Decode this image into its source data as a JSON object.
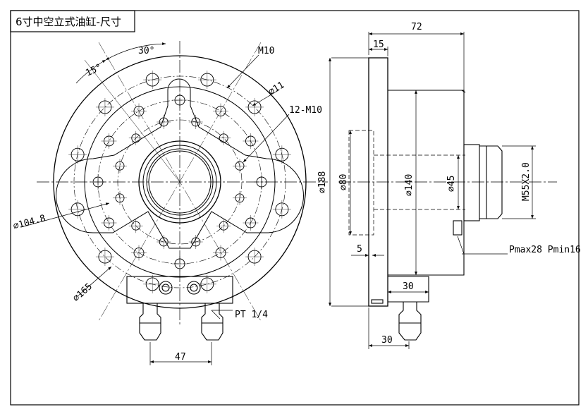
{
  "title": "6寸中空立式油缸-尺寸",
  "front_view": {
    "angle_30": "30°",
    "angle_15": "15°",
    "m10": "M10",
    "d11": "⌀11",
    "m10x12": "12-M10",
    "d104_8": "⌀104.8",
    "d165": "⌀165",
    "pt": "PT 1/4",
    "w47": "47"
  },
  "side_view": {
    "w72": "72",
    "w15": "15",
    "d188": "⌀188",
    "d80": "⌀80",
    "d140": "⌀140",
    "d45": "⌀45",
    "thread": "M55X2.0",
    "w5": "5",
    "pressure": "Pmax28 Pmin16",
    "w30_upper": "30",
    "w30_lower": "30"
  },
  "colors": {
    "line": "#000000",
    "background": "#ffffff"
  }
}
